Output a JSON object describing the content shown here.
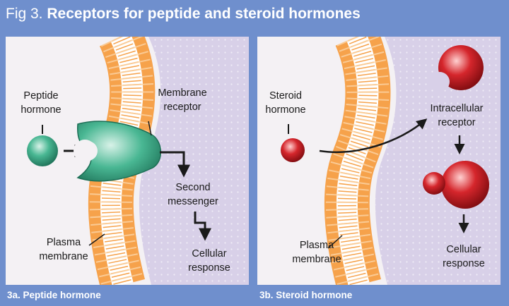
{
  "header": {
    "prefix": "Fig 3.",
    "title": "Receptors for peptide and steroid hormones"
  },
  "panel_a": {
    "caption": "3a. Peptide hormone",
    "hormone_label": [
      "Peptide",
      "hormone"
    ],
    "receptor_label": [
      "Membrane",
      "receptor"
    ],
    "messenger_label": [
      "Second",
      "messenger"
    ],
    "membrane_label": [
      "Plasma",
      "membrane"
    ],
    "response_label": [
      "Cellular",
      "response"
    ]
  },
  "panel_b": {
    "caption": "3b. Steroid  hormone",
    "hormone_label": [
      "Steroid",
      "hormone"
    ],
    "receptor_label": [
      "Intracellular",
      "receptor"
    ],
    "membrane_label": [
      "Plasma",
      "membrane"
    ],
    "response_label": [
      "Cellular",
      "response"
    ]
  },
  "colors": {
    "background": "#6f8fcd",
    "panel": "#f4f1f4",
    "cytoplasm": "#d8d0e8",
    "membrane": "#f6a24b",
    "peptide": "#3fae8c",
    "steroid": "#c4161c"
  }
}
